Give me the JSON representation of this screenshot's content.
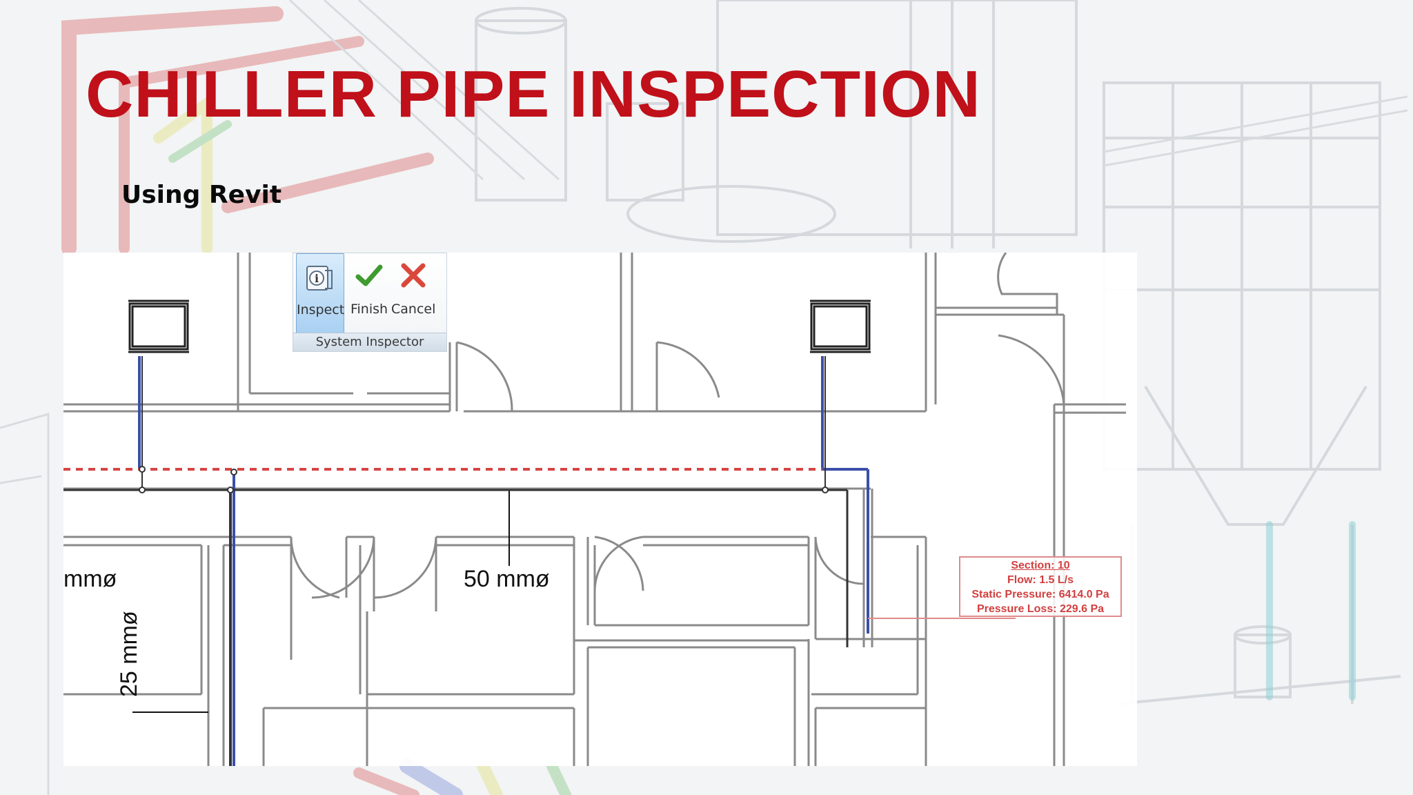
{
  "slide": {
    "title": "CHILLER PIPE INSPECTION",
    "subtitle": "Using Revit"
  },
  "ribbon": {
    "buttons": [
      {
        "label": "Inspect",
        "icon": "inspect-icon",
        "active": true
      },
      {
        "label": "Finish",
        "icon": "checkmark-icon"
      },
      {
        "label": "Cancel",
        "icon": "cancel-x-icon"
      }
    ],
    "group_label": "System Inspector"
  },
  "drawing": {
    "dimensions": {
      "left": "mmø",
      "middle": "50 mmø",
      "vertical": "25 mmø"
    },
    "inspector_tag": {
      "section": "Section: 10",
      "flow": "Flow: 1.5 L/s",
      "static_pressure": "Static Pressure: 6414.0 Pa",
      "pressure_loss": "Pressure Loss: 229.6 Pa"
    }
  },
  "colors": {
    "title": "#c0101a",
    "pipe_red": "#d64545",
    "pipe_blue": "#3b4fa8",
    "wall": "#8a8a8a"
  }
}
